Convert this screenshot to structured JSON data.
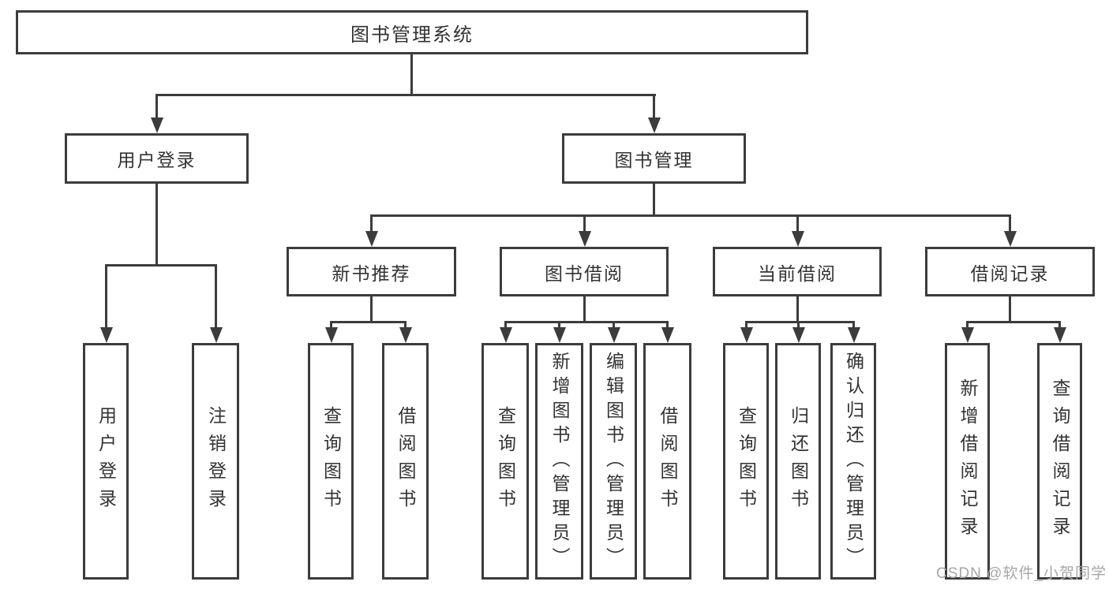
{
  "diagram_type": "hierarchy-tree",
  "tree": {
    "label": "图书管理系统",
    "children": [
      {
        "label": "用户登录",
        "children": [
          {
            "label": "用户登录"
          },
          {
            "label": "注销登录"
          }
        ]
      },
      {
        "label": "图书管理",
        "children": [
          {
            "label": "新书推荐",
            "children": [
              {
                "label": "查询图书"
              },
              {
                "label": "借阅图书"
              }
            ]
          },
          {
            "label": "图书借阅",
            "children": [
              {
                "label": "查询图书"
              },
              {
                "label": "新增图书（管理员）"
              },
              {
                "label": "编辑图书（管理员）"
              },
              {
                "label": "借阅图书"
              }
            ]
          },
          {
            "label": "当前借阅",
            "children": [
              {
                "label": "查询图书"
              },
              {
                "label": "归还图书"
              },
              {
                "label": "确认归还（管理员）"
              }
            ]
          },
          {
            "label": "借阅记录",
            "children": [
              {
                "label": "新增借阅记录"
              },
              {
                "label": "查询借阅记录"
              }
            ]
          }
        ]
      }
    ]
  },
  "watermark": {
    "text": "CSDN @软件_小贺同学"
  },
  "colors": {
    "line": "#3c3c3c",
    "text": "#333333",
    "canvas": "#ffffff",
    "watermark": "#a6a6a6"
  }
}
